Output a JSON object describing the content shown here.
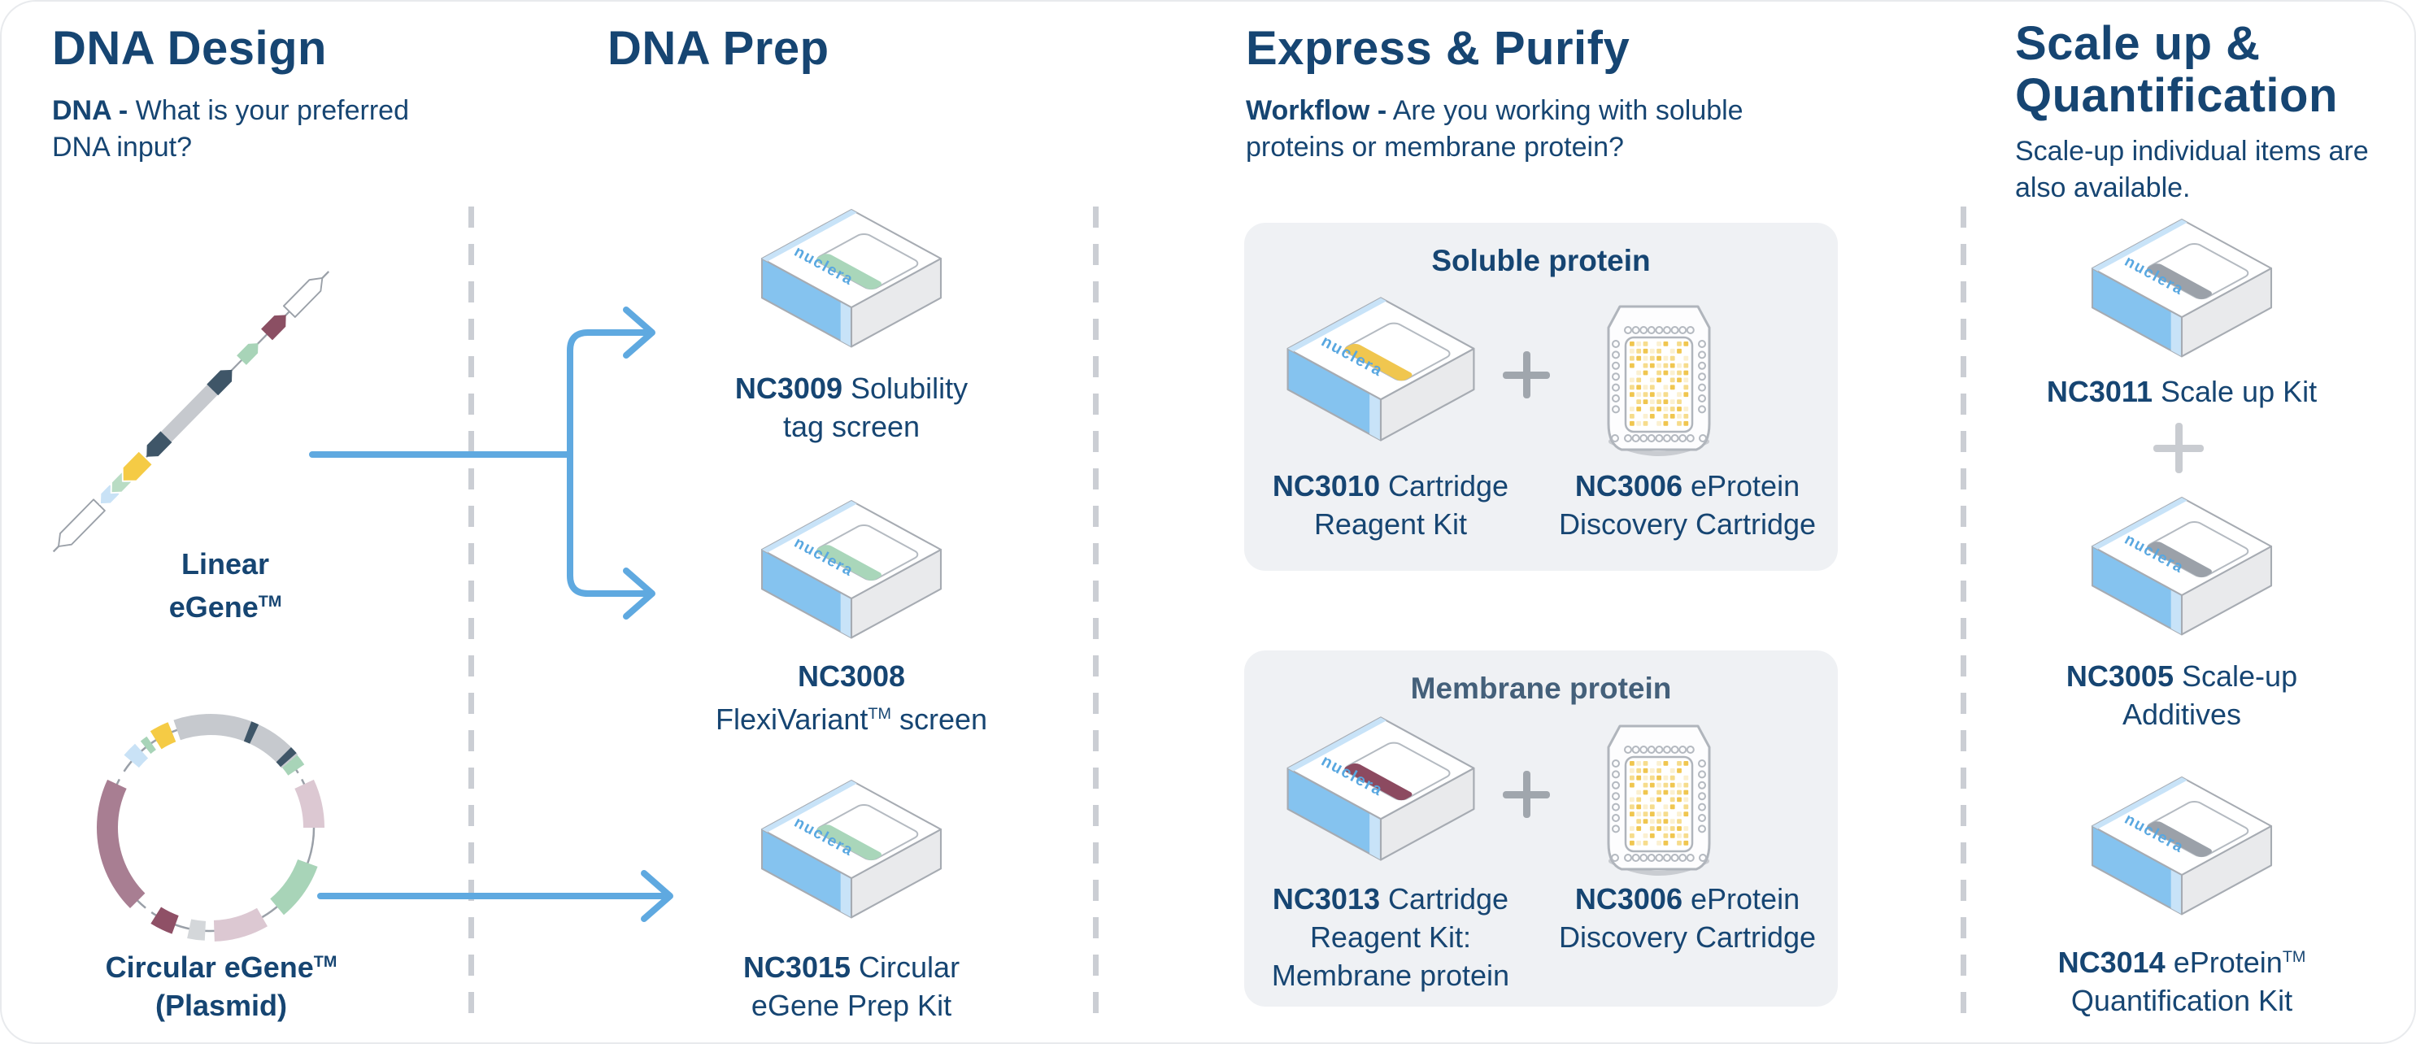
{
  "palette": {
    "navy": "#164572",
    "muted_navy": "#44607a",
    "blue_arrow": "#5fa9e0",
    "divider": "#cbced4",
    "card_bg": "#eff1f4",
    "plus_gray": "#a0a6ad",
    "plus_light": "#c9ccd1",
    "box_outline": "#a6abb2",
    "box_front": "#e9eaec",
    "box_side_blue": "#85c3ef",
    "box_side_blue_light": "#c8e3f8",
    "logo_blue": "#58a7e0",
    "cart_yellow_1": "#f0c64f",
    "cart_yellow_2": "#f6dc8c",
    "cart_yellow_3": "#fbf0d0"
  },
  "brand": {
    "logo_text": "nuclera"
  },
  "columns": {
    "dna_design": {
      "title": "DNA Design",
      "question_bold": "DNA -",
      "question_rest": "What is your preferred DNA input?",
      "linear_label_line1": "Linear",
      "linear_label_line2": "eGene",
      "linear_tm": "TM",
      "circular_label_line1": "Circular eGene",
      "circular_tm": "TM",
      "circular_label_line2": "(Plasmid)"
    },
    "dna_prep": {
      "title": "DNA Prep",
      "items": [
        {
          "code": "NC3009",
          "name_line1": "Solubility",
          "name_line2": "tag screen",
          "stripe": "#a9d6ba"
        },
        {
          "code": "NC3008",
          "name_line1": "FlexiVariant",
          "tm": "TM",
          "name_line2": "screen",
          "stripe": "#a9d6ba"
        },
        {
          "code": "NC3015",
          "name_line1": "Circular",
          "name_line2": "eGene Prep Kit",
          "stripe": "#a9d6ba"
        }
      ]
    },
    "express_purify": {
      "title": "Express & Purify",
      "question_bold": "Workflow -",
      "question_rest": "Are you working with soluble proteins or membrane protein?",
      "cards": [
        {
          "title": "Soluble protein",
          "kit": {
            "code": "NC3010",
            "line1": "Cartridge",
            "line2": "Reagent Kit",
            "stripe": "#f0c64f"
          },
          "cartridge": {
            "code": "NC3006",
            "line1": "eProtein",
            "line2": "Discovery Cartridge"
          }
        },
        {
          "title": "Membrane protein",
          "kit": {
            "code": "NC3013",
            "line1": "Cartridge",
            "line2": "Reagent Kit:",
            "line3": "Membrane protein",
            "stripe": "#8c4a60"
          },
          "cartridge": {
            "code": "NC3006",
            "line1": "eProtein",
            "line2": "Discovery Cartridge"
          }
        }
      ]
    },
    "scale_up": {
      "title_line1": "Scale up &",
      "title_line2": "Quantification",
      "subtitle": "Scale-up individual items are also available.",
      "items": [
        {
          "code": "NC3011",
          "name_line1": "Scale up Kit",
          "stripe": "#9ba1a9"
        },
        {
          "code": "NC3005",
          "name_line1": "Scale-up",
          "name_line2": "Additives",
          "stripe": "#9ba1a9"
        },
        {
          "code": "NC3014",
          "name_line1": "eProtein",
          "tm": "TM",
          "name_line2": "Quantification Kit",
          "stripe": "#9ba1a9"
        }
      ]
    }
  }
}
